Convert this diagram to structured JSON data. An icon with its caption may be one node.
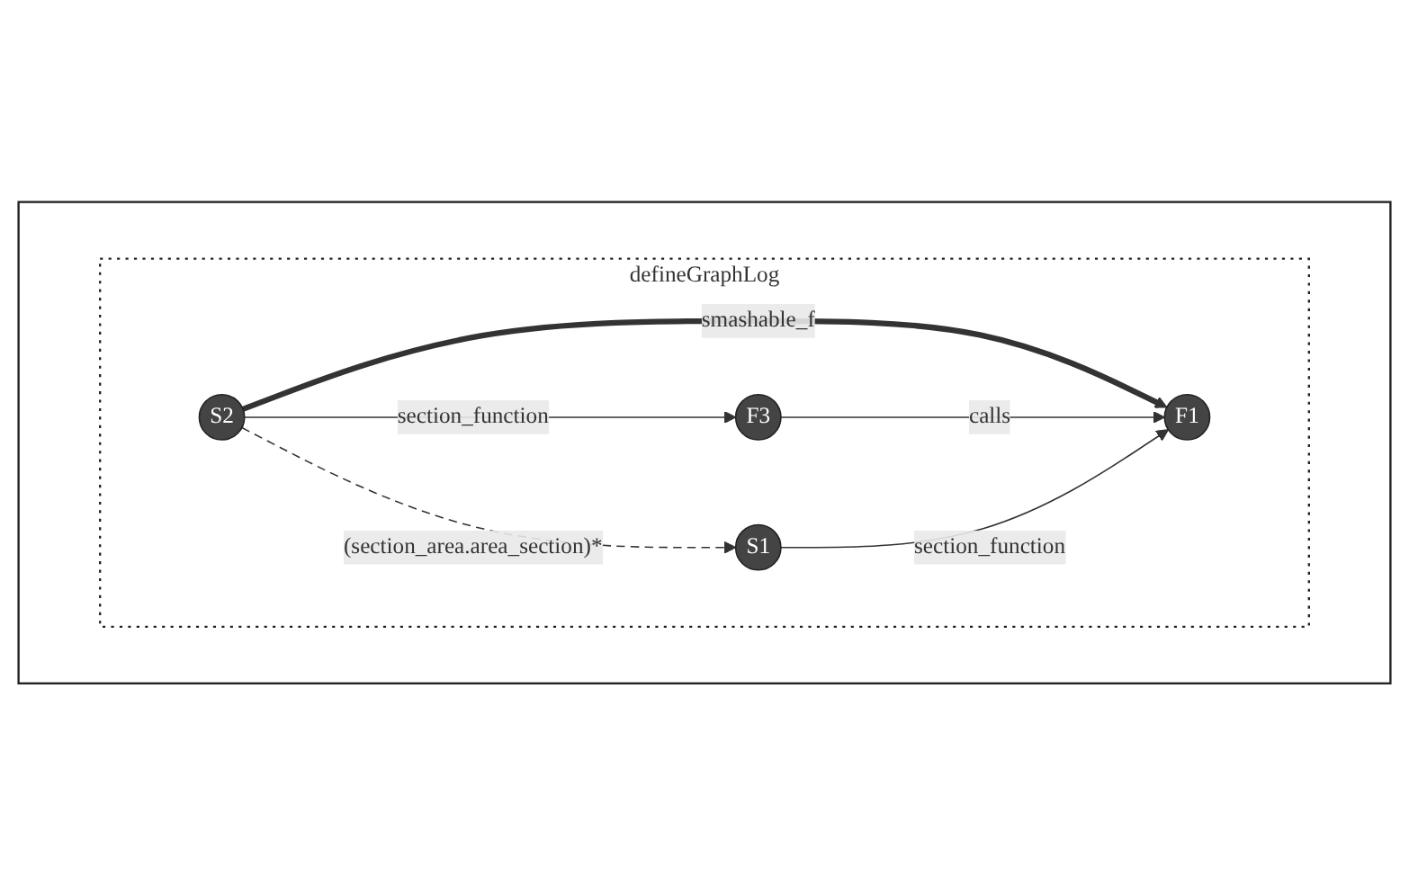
{
  "diagram": {
    "nodes": [
      {
        "text": [],
        "shape": "box"
      },
      {
        "text": [
          "defineGraphLog"
        ],
        "in": 0
      },
      {
        "text": [
          "S2"
        ],
        "in": 1
      },
      {
        "text": [
          "F3"
        ],
        "in": 1
      },
      {
        "text": [
          "S1"
        ],
        "in": 1
      },
      {
        "text": [
          "F1"
        ],
        "in": 1
      }
    ],
    "edges": [
      {
        "from": 2,
        "to": 3,
        "label": "section_function",
        "arrow": "to"
      },
      {
        "from": 2,
        "to": 5,
        "label": "smashable_f",
        "arrow": "to",
        "style": "thick"
      },
      {
        "from": 3,
        "to": 5,
        "label": "calls",
        "arrow": "to"
      },
      {
        "from": 2,
        "to": 4,
        "label": "(section_area.area_section)*",
        "arrow": "to",
        "style": "dashed"
      },
      {
        "from": 4,
        "to": 5,
        "label": "section_function",
        "arrow": "to"
      }
    ]
  }
}
